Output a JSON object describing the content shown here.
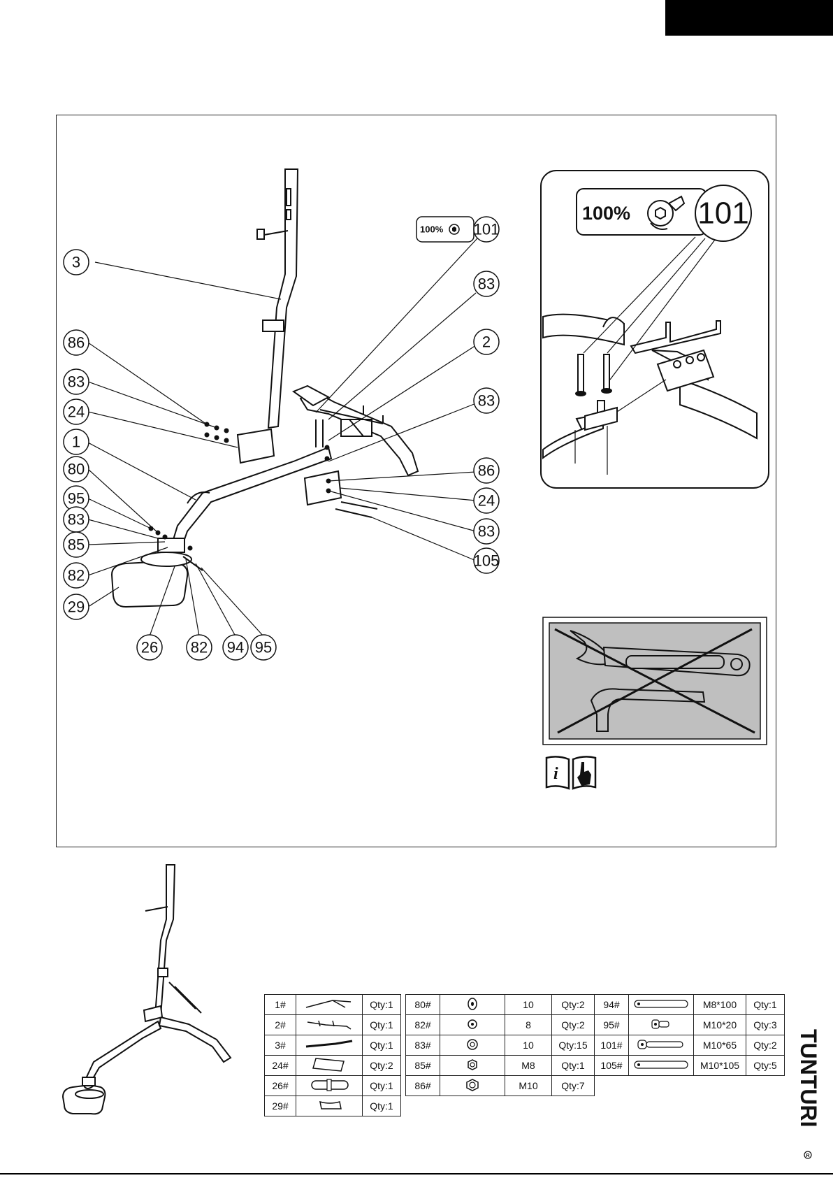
{
  "callouts_left": [
    "3",
    "86",
    "83",
    "24",
    "1",
    "80",
    "95",
    "83",
    "85",
    "82",
    "29"
  ],
  "callouts_right": [
    "83",
    "2",
    "83",
    "86",
    "24",
    "83",
    "105"
  ],
  "callouts_bottom": [
    "26",
    "82",
    "94",
    "95"
  ],
  "torque_label": "100%",
  "torque_part": "101",
  "detail": {
    "torque_label": "100%",
    "torque_part": "101"
  },
  "parts_table_1": [
    {
      "id": "1#",
      "icon": "frame-part-icon",
      "qty": "Qty:1"
    },
    {
      "id": "2#",
      "icon": "front-frame-icon",
      "qty": "Qty:1"
    },
    {
      "id": "3#",
      "icon": "upright-tube-icon",
      "qty": "Qty:1"
    },
    {
      "id": "24#",
      "icon": "bracket-plate-icon",
      "qty": "Qty:2"
    },
    {
      "id": "26#",
      "icon": "foot-pad-icon",
      "qty": "Qty:1"
    },
    {
      "id": "29#",
      "icon": "foot-plate-icon",
      "qty": "Qty:1"
    }
  ],
  "parts_table_2": [
    {
      "id": "80#",
      "icon": "curved-washer-icon",
      "spec": "10",
      "qty": "Qty:2"
    },
    {
      "id": "82#",
      "icon": "washer-icon",
      "spec": "8",
      "qty": "Qty:2"
    },
    {
      "id": "83#",
      "icon": "washer-icon",
      "spec": "10",
      "qty": "Qty:15"
    },
    {
      "id": "85#",
      "icon": "nut-icon",
      "spec": "M8",
      "qty": "Qty:1"
    },
    {
      "id": "86#",
      "icon": "nut-icon",
      "spec": "M10",
      "qty": "Qty:7"
    }
  ],
  "parts_table_3": [
    {
      "id": "94#",
      "icon": "long-bolt-icon",
      "spec": "M8*100",
      "qty": "Qty:1"
    },
    {
      "id": "95#",
      "icon": "short-bolt-icon",
      "spec": "M10*20",
      "qty": "Qty:3"
    },
    {
      "id": "101#",
      "icon": "bolt-icon",
      "spec": "M10*65",
      "qty": "Qty:2"
    },
    {
      "id": "105#",
      "icon": "long-bolt-icon",
      "spec": "M10*105",
      "qty": "Qty:5"
    }
  ],
  "brand": "TUNTURI",
  "icons": [
    "wrench-icon",
    "no-adjustable-wrench-icon",
    "manual-info-icon"
  ]
}
